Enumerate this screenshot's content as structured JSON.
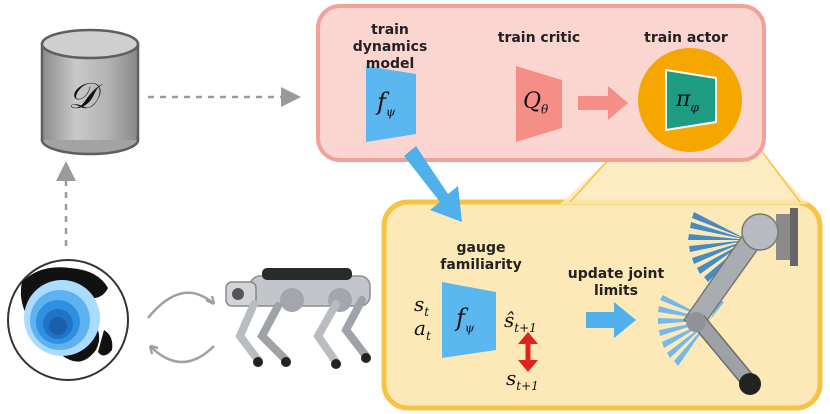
{
  "labels": {
    "train_dynamics_model": "train dynamics model",
    "train_critic": "train critic",
    "train_actor": "train actor",
    "gauge_familiarity": "gauge familiarity",
    "update_joint_limits": "update joint limits"
  },
  "math": {
    "dataset": "𝒟",
    "f_psi_base": "f",
    "f_psi_sub": "ψ",
    "q_theta_base": "Q",
    "q_theta_sub": "θ",
    "pi_phi_base": "π",
    "pi_phi_sub": "φ",
    "s_t_base": "s",
    "s_t_sub": "t",
    "a_t_base": "a",
    "a_t_sub": "t",
    "s_hat_base": "ŝ",
    "s_hat_sub": "t+1",
    "s_next_base": "s",
    "s_next_sub": "t+1"
  },
  "colors": {
    "top_panel_fill": "#fbd5d0",
    "top_panel_border": "#f2a19a",
    "bottom_panel_fill": "#fde9b7",
    "bottom_panel_border": "#f6c343",
    "model_blue": "#5ab7ef",
    "critic_pink": "#f58e86",
    "actor_green": "#1e9c82",
    "actor_ring": "#f5a700",
    "arrow_blue": "#4fb0ec",
    "arrow_red": "#e0241b"
  }
}
